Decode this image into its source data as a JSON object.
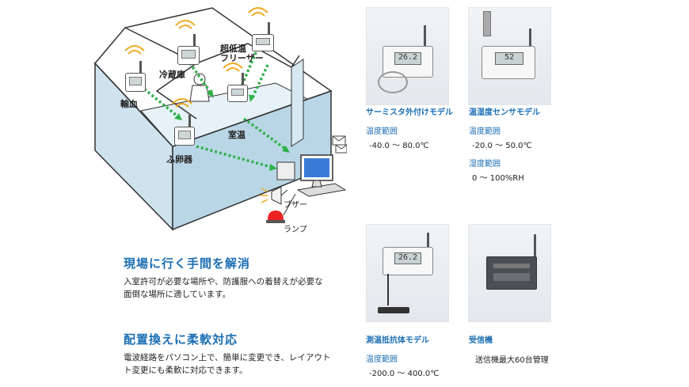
{
  "diagram": {
    "rooms": {
      "transfusion": "輸血",
      "refrigerator": "冷蔵庫",
      "ultralow": "超低温\nフリーザー",
      "room_temp": "室温",
      "incubator": "ふ卵器"
    },
    "buzzer_label": "ブザー",
    "lamp_label": "ランプ"
  },
  "sections": [
    {
      "title": "現場に行く手間を解消",
      "lines": [
        "入室許可が必要な場所や、防護服への着替えが必要な",
        "面倒な場所に適しています。"
      ]
    },
    {
      "title": "配置換えに柔軟対応",
      "lines": [
        "電波経路をパソコン上で、簡単に変更でき、レイアウト",
        "ト変更にも柔軟に対応できます。"
      ]
    }
  ],
  "products": [
    {
      "name": "サーミスタ外付けモデル",
      "specs": [
        {
          "label": "温度範囲",
          "value": "-40.0 ～ 80.0℃"
        }
      ],
      "lcd": "26.2"
    },
    {
      "name": "温湿度センサモデル",
      "specs": [
        {
          "label": "温度範囲",
          "value": "-20.0 ～ 50.0℃"
        },
        {
          "label": "湿度範囲",
          "value": "0 ～ 100%RH"
        }
      ],
      "lcd": "52"
    },
    {
      "name": "測温抵抗体モデル",
      "specs": [
        {
          "label": "温度範囲",
          "value": "-200.0 ～ 400.0℃"
        }
      ],
      "lcd": "26.2"
    },
    {
      "name": "受信機",
      "specs": [
        {
          "label": "送信機最大60台管理",
          "value": ""
        }
      ],
      "lcd": ""
    }
  ],
  "colors": {
    "accent": "#1c6fb4",
    "arrow": "#2fb24a",
    "wall": "#cfe3ef",
    "floor": "#e7f2f8"
  }
}
